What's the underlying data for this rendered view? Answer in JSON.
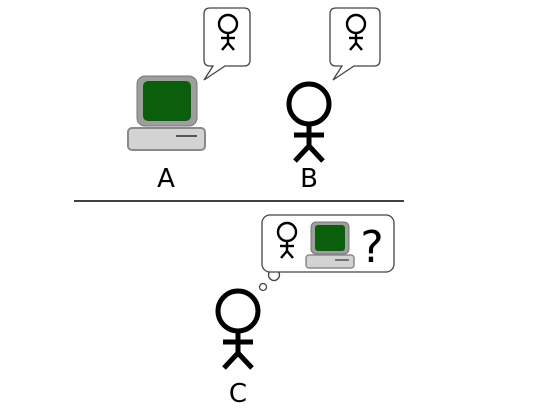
{
  "labels": {
    "a": "A",
    "b": "B",
    "c": "C",
    "question": "?"
  },
  "icons": {
    "computer": "computer-icon",
    "person": "stick-figure-icon"
  },
  "colors": {
    "screen": "#0b5e0b",
    "monitor_frame": "#9e9e9e",
    "computer_base": "#d3d3d3",
    "line": "#000000"
  }
}
